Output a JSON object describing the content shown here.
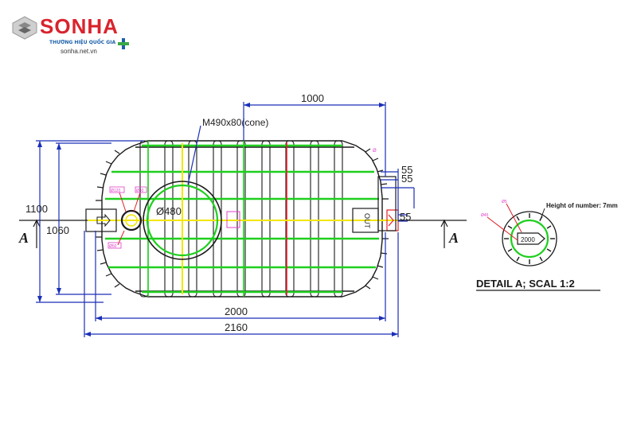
{
  "logo": {
    "brand": "SONHA",
    "tagline": "THƯƠNG HIỆU QUỐC GIA",
    "website": "sonha.net.vn",
    "colors": {
      "red": "#d9232d",
      "blue": "#1b5fa8",
      "green": "#3aa845"
    }
  },
  "drawing": {
    "dimensions": {
      "top_width": "1000",
      "outer_height": "1100",
      "inner_height": "1060",
      "body_length": "2000",
      "total_length": "2160",
      "offset_a": "55",
      "offset_b": "55",
      "offset_c": "55"
    },
    "manway_label": "M490x80(cone)",
    "manway_diameter": "Ø480",
    "outlet_label": "OUT",
    "section_mark_left": "A",
    "section_mark_right": "A",
    "inlet_small_labels": [
      "Ø120",
      "Ø40",
      "Ø50"
    ],
    "outlet_small_label": "Ø"
  },
  "detail": {
    "title": "DETAIL A; SCAL 1:2",
    "note": "Height of number: 7mm",
    "center_text": "2000",
    "small_labels": [
      "Ø5",
      "Ø45"
    ]
  },
  "colors": {
    "outline": "#1a1a1a",
    "rib_green": "#1fcf1f",
    "axis_yellow": "#f2e600",
    "dim_blue": "#1a2fb8",
    "red": "#e0202a",
    "magenta": "#e040c8"
  }
}
